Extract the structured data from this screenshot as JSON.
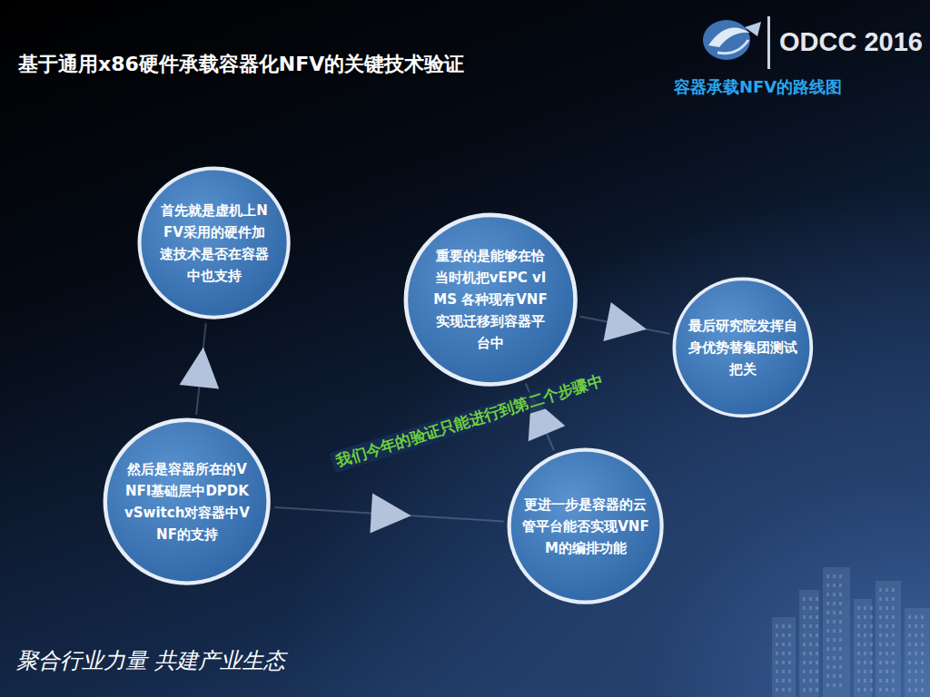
{
  "diagram": {
    "title": "基于通用x86硬件承载容器化NFV的关键技术验证",
    "nodes": [
      {
        "text": [
          "首先就是虚机上NFV采用的硬件加速技术是否在容器中也支持"
        ]
      },
      {
        "text": [
          "然后是容器所在的VNFI基础层中DPDK vSwitch对容器中VNF的支持"
        ]
      },
      {
        "text": [
          "重要的是能够在恰当时机把vEPC vIMS 各种现有VNF实现迁移到容器平台中"
        ]
      },
      {
        "text": [
          "更进一步是容器的云管平台能否实现VNFM的编排功能"
        ]
      },
      {
        "text": [
          "最后研究院发挥自身优势替集团测试把关"
        ]
      }
    ],
    "edges": [
      {
        "from": 1,
        "to": 0,
        "arrow": "to"
      },
      {
        "from": 1,
        "to": 3,
        "arrow": "to"
      },
      {
        "from": 3,
        "to": 2,
        "arrow": "to"
      },
      {
        "from": 2,
        "to": 4,
        "arrow": "to"
      }
    ],
    "labels": [
      "ODCC 2016",
      "容器承载NFV的路线图",
      "我们今年的验证只能进行到第二个步骤中",
      "聚合行业力量 共建产业生态"
    ]
  }
}
